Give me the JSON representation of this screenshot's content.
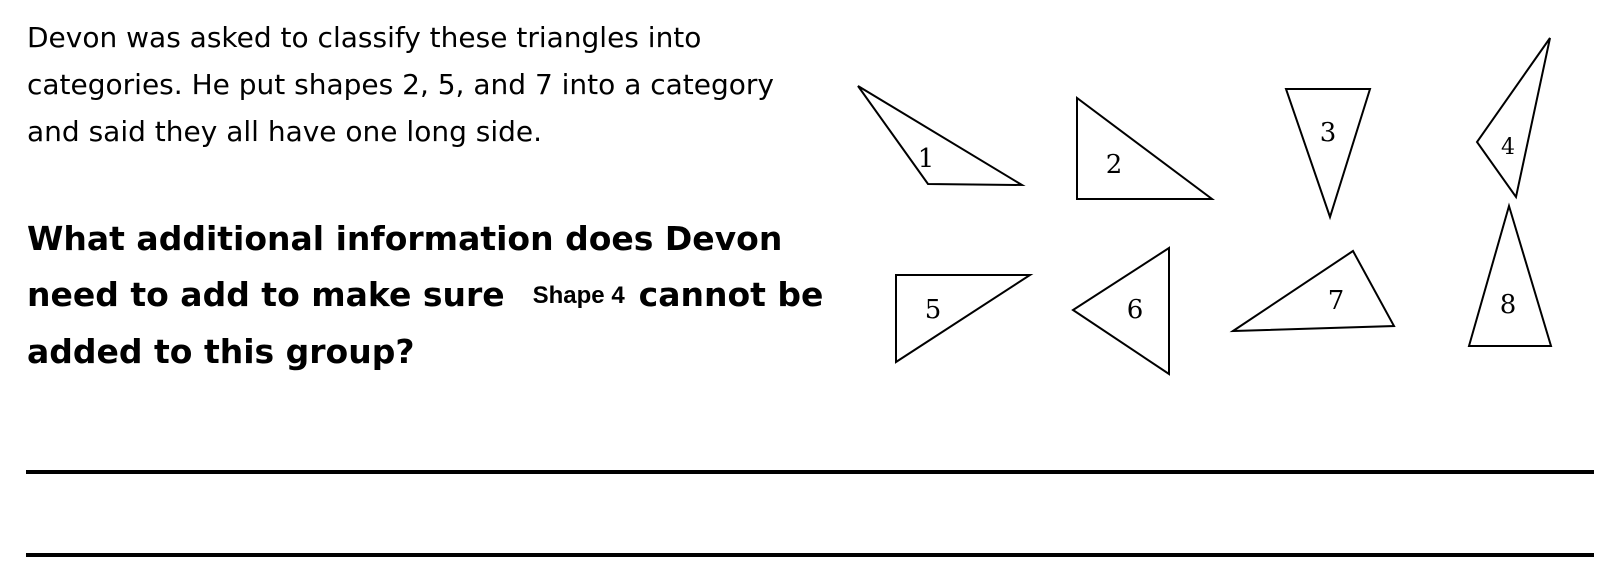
{
  "intro": {
    "line1": "Devon was asked to classify these triangles into",
    "line2": "categories.  He put shapes 2, 5, and 7 into a category",
    "line3": "and said they all have one long side."
  },
  "question": {
    "line1": "What additional information does Devon",
    "line2_before": "need to add to make sure",
    "inline_label": "Shape 4",
    "line2_after": "cannot be",
    "line3": "added to this group?"
  },
  "triangles": {
    "t1": "1",
    "t2": "2",
    "t3": "3",
    "t4": "4",
    "t5": "5",
    "t6": "6",
    "t7": "7",
    "t8": "8"
  }
}
